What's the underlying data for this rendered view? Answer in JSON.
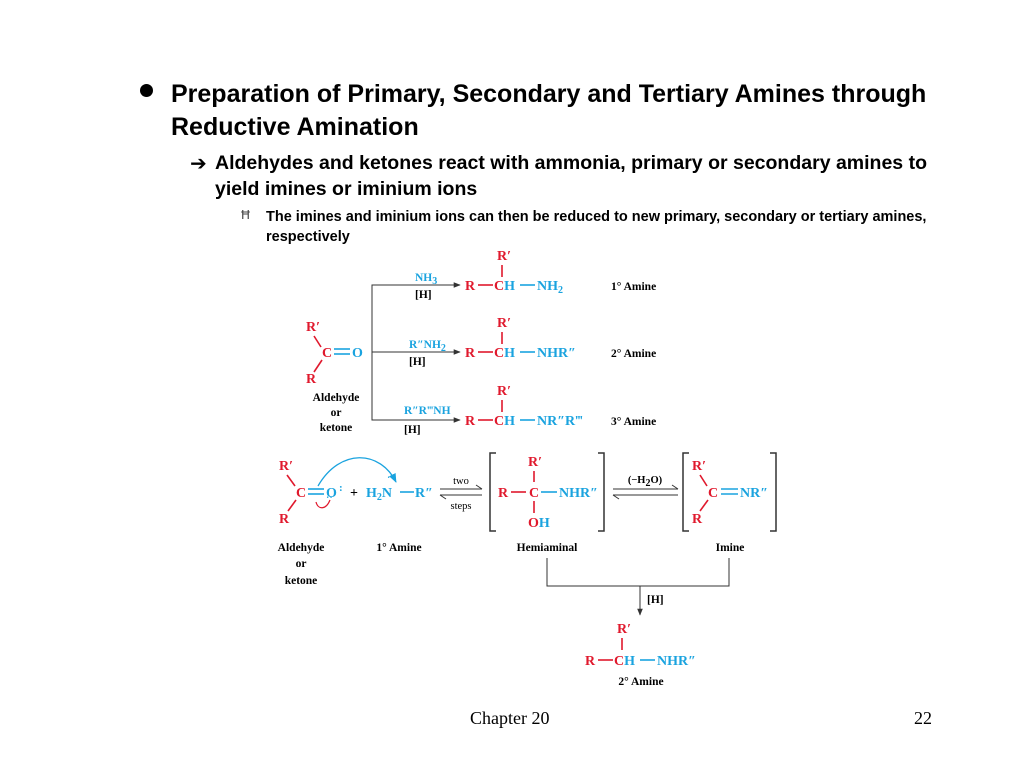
{
  "bullets": {
    "level1": "Preparation of Primary, Secondary and Tertiary Amines through Reductive Amination",
    "level2_icon": "arrow-right-icon",
    "level2": "Aldehydes and ketones react with ammonia, primary or secondary amines to yield imines or iminium ions",
    "level3_icon": "h-bullet-icon",
    "level3": "The imines and iminium ions can then be reduced to new primary, secondary or tertiary amines, respectively"
  },
  "scheme_top": {
    "start_label": [
      "Aldehyde",
      "or",
      "ketone"
    ],
    "reagents": [
      {
        "reagent": "NH3",
        "reducer": "[H]",
        "product_tail": "NH2",
        "class": "1° Amine"
      },
      {
        "reagent": "R″NH2",
        "reducer": "[H]",
        "product_tail": "NHR″",
        "class": "2° Amine"
      },
      {
        "reagent": "R″R‴NH",
        "reducer": "[H]",
        "product_tail": "NR″R‴",
        "class": "3° Amine"
      }
    ]
  },
  "scheme_bottom": {
    "carbonyl_label": [
      "Aldehyde",
      "or",
      "ketone"
    ],
    "amine_label": "1° Amine",
    "arrow_top": "two",
    "arrow_bottom": "steps",
    "hemiaminal_label": "Hemiaminal",
    "dehydration": "(−H2O)",
    "imine_label": "Imine",
    "reduction": "[H]",
    "product_label": "2° Amine"
  },
  "footer": {
    "chapter": "Chapter 20",
    "page": "22"
  },
  "colors": {
    "carbon_red": "#e0192d",
    "hetero_blue": "#1aa3df"
  }
}
